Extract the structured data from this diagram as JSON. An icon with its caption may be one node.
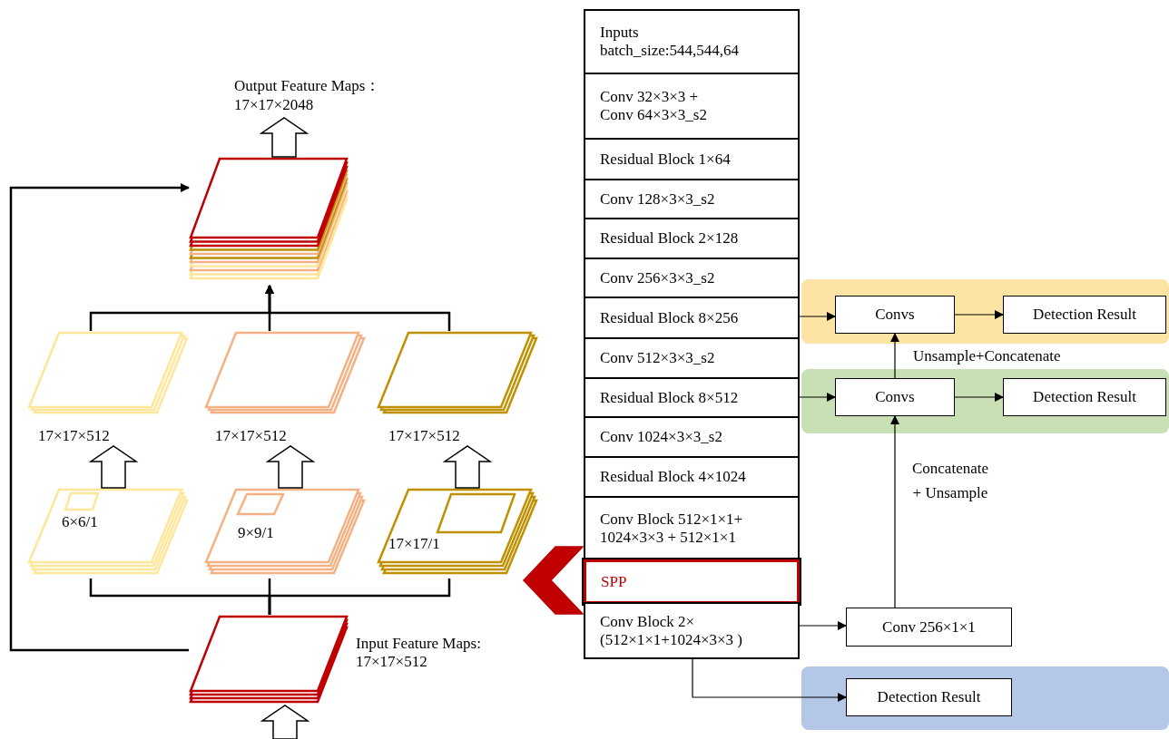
{
  "diagram": {
    "nodes": [
      {
        "text": [
          "Output Feature Maps： 17×17×2048"
        ]
      },
      {
        "text": [],
        "shape": "parallelogram"
      },
      {
        "text": [],
        "shape": "parallelogram",
        "beside": [
          "17×17×512"
        ]
      },
      {
        "text": [],
        "shape": "parallelogram",
        "beside": [
          "17×17×512"
        ]
      },
      {
        "text": [],
        "shape": "parallelogram",
        "beside": [
          "17×17×512"
        ]
      },
      {
        "text": [
          "6×6/1"
        ]
      },
      {
        "text": [
          "9×9/1"
        ]
      },
      {
        "text": [
          "17×17/1"
        ]
      },
      {
        "text": [],
        "shape": "parallelogram",
        "beside": [
          "Input Feature Maps: 17×17×512"
        ]
      },
      {
        "text": [
          "Inputs batch_size:544,544,64"
        ]
      },
      {
        "text": [
          "Conv 32×3×3 + Conv 64×3×3_s2"
        ]
      },
      {
        "text": [
          "Residual Block 1×64"
        ]
      },
      {
        "text": [
          "Conv 128×3×3_s2"
        ]
      },
      {
        "text": [
          "Residual Block 2×128"
        ]
      },
      {
        "text": [
          "Conv 256×3×3_s2"
        ]
      },
      {
        "text": [
          "Residual Block 8×256"
        ]
      },
      {
        "text": [
          "Conv 512×3×3_s2"
        ]
      },
      {
        "text": [
          "Residual Block 8×512"
        ]
      },
      {
        "text": [
          "Conv 1024×3×3_s2"
        ]
      },
      {
        "text": [
          "Residual Block 4×1024"
        ]
      },
      {
        "text": [
          "Conv Block 512×1×1+ 1024×3×3 + 512×1×1"
        ]
      },
      {
        "text": [
          "SPP"
        ]
      },
      {
        "text": [
          "Conv Block 2× (512×1×1+1024×3×3 )"
        ]
      },
      {
        "text": [],
        "shape": "band"
      },
      {
        "text": [
          "Convs"
        ],
        "in": 23
      },
      {
        "text": [
          "Detection Result"
        ],
        "in": 23
      },
      {
        "text": [],
        "shape": "band"
      },
      {
        "text": [
          "Convs"
        ],
        "in": 26
      },
      {
        "text": [
          "Detection Result"
        ],
        "in": 26
      },
      {
        "text": [
          "Conv 256×1×1"
        ]
      },
      {
        "text": [],
        "shape": "band"
      },
      {
        "text": [
          "Detection Result"
        ],
        "in": 30
      }
    ],
    "edges": [
      {
        "from": 1,
        "to": 0,
        "arrow": "to"
      },
      {
        "from": 8,
        "to": 5,
        "arrow": "none"
      },
      {
        "from": 8,
        "to": 6,
        "arrow": "none"
      },
      {
        "from": 8,
        "to": 7,
        "arrow": "none"
      },
      {
        "from": 5,
        "to": 2,
        "arrow": "to"
      },
      {
        "from": 6,
        "to": 3,
        "arrow": "to"
      },
      {
        "from": 7,
        "to": 4,
        "arrow": "to"
      },
      {
        "from": 2,
        "to": 1,
        "arrow": "to"
      },
      {
        "from": 3,
        "to": 1,
        "arrow": "to"
      },
      {
        "from": 4,
        "to": 1,
        "arrow": "to"
      },
      {
        "from": 8,
        "to": 1,
        "arrow": "to"
      },
      {
        "from": null,
        "to": 8,
        "arrow": "to"
      },
      {
        "from": 21,
        "to": null,
        "arrow": "to",
        "style": "thick",
        "color": "#c00000"
      },
      {
        "from": 15,
        "to": 24,
        "arrow": "to"
      },
      {
        "from": 24,
        "to": 25,
        "arrow": "to"
      },
      {
        "from": 17,
        "to": 27,
        "arrow": "to"
      },
      {
        "from": 27,
        "to": 28,
        "arrow": "to"
      },
      {
        "from": 27,
        "to": 24,
        "arrow": "to",
        "label": "Unsample+Concatenate"
      },
      {
        "from": 22,
        "to": 29,
        "arrow": "to"
      },
      {
        "from": 29,
        "to": 27,
        "arrow": "to",
        "label": "Concatenate + Unsample"
      },
      {
        "from": 22,
        "to": 31,
        "arrow": "to"
      }
    ]
  }
}
